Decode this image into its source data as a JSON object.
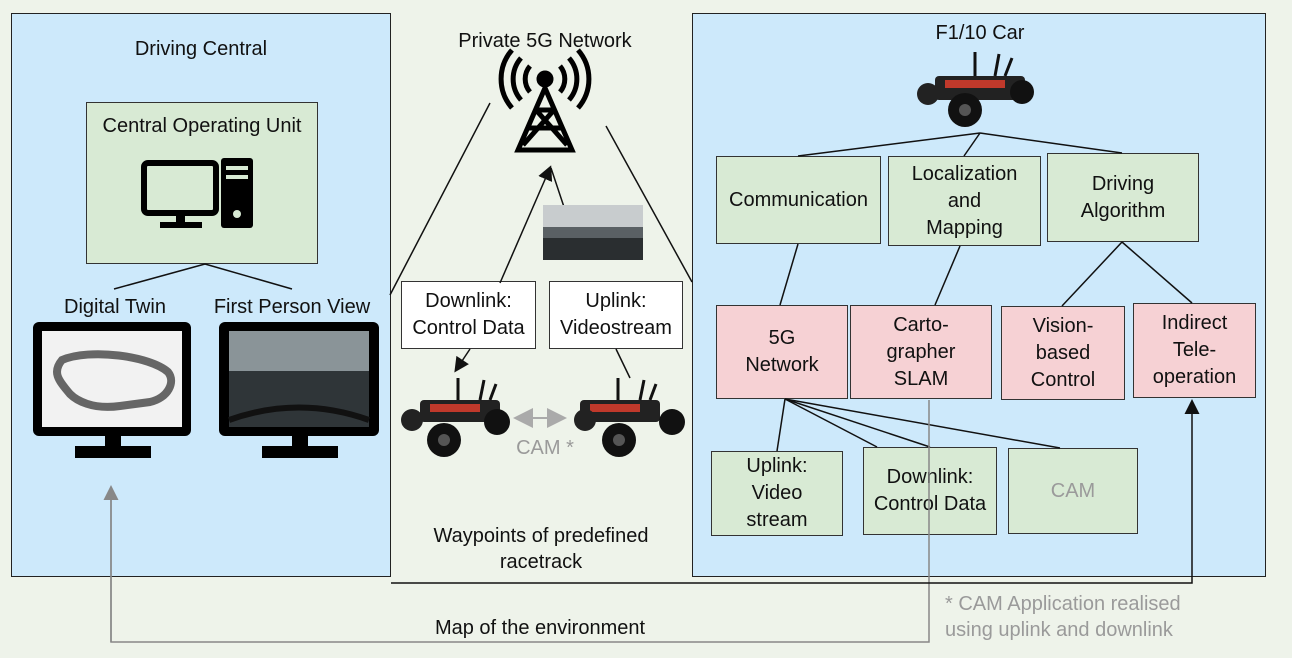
{
  "driving_central": {
    "title": "Driving Central",
    "operating_unit": "Central Operating Unit",
    "digital_twin": "Digital Twin",
    "first_person_view": "First Person View"
  },
  "network": {
    "title": "Private 5G Network",
    "downlink_box": "Downlink:\nControl Data",
    "uplink_box": "Uplink:\nVideostream",
    "cam_label": "CAM *",
    "waypoints": "Waypoints of predefined\nracetrack"
  },
  "car": {
    "title": "F1/10 Car",
    "communication": "Communication",
    "localization": "Localization\nand\nMapping",
    "driving_algorithm": "Driving\nAlgorithm",
    "network_5g": "5G\nNetwork",
    "cartographer": "Carto-\ngrapher\nSLAM",
    "vision": "Vision-\nbased\nControl",
    "indirect": "Indirect\nTele-\noperation",
    "uplink_video": "Uplink:\nVideo\nstream",
    "downlink_control": "Downlink:\nControl Data",
    "cam": "CAM"
  },
  "bottom": {
    "map_label": "Map of the environment",
    "cam_note": "* CAM Application realised\nusing uplink and downlink"
  },
  "colors": {
    "panel": "#cde9fb",
    "green": "#d8ead4",
    "pink": "#f6d1d4",
    "background": "#eef3ea"
  }
}
